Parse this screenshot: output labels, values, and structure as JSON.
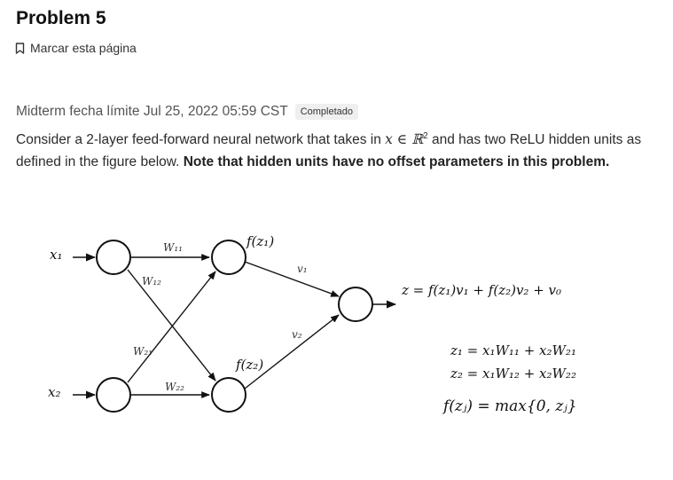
{
  "problem": {
    "title": "Problem 5",
    "bookmark_label": "Marcar esta página"
  },
  "meta": {
    "deadline": "Midterm fecha límite Jul 25, 2022 05:59 CST",
    "status": "Completado"
  },
  "statement": {
    "intro": "Consider a 2-layer feed-forward neural network that takes in",
    "math_x": "x ∈ ℝ",
    "math_exp": "2",
    "rest": "and has two ReLU hidden units as defined in the figure below.",
    "bold_note": "Note that hidden units have no offset parameters in this problem."
  },
  "figure": {
    "x1": "x₁",
    "x2": "x₂",
    "w11": "W₁₁",
    "w12": "W₁₂",
    "w21": "W₂₁",
    "w22": "W₂₂",
    "fz1": "f(z₁)",
    "fz2": "f(z₂)",
    "v1": "v₁",
    "v2": "v₂",
    "output_eq": "z = f(z₁)v₁ + f(z₂)v₂ + v₀",
    "eq_z1": "z₁ = x₁W₁₁ + x₂W₂₁",
    "eq_z2": "z₂ = x₁W₁₂ + x₂W₂₂",
    "eq_relu": "f(zⱼ) = max{0, zⱼ}"
  }
}
